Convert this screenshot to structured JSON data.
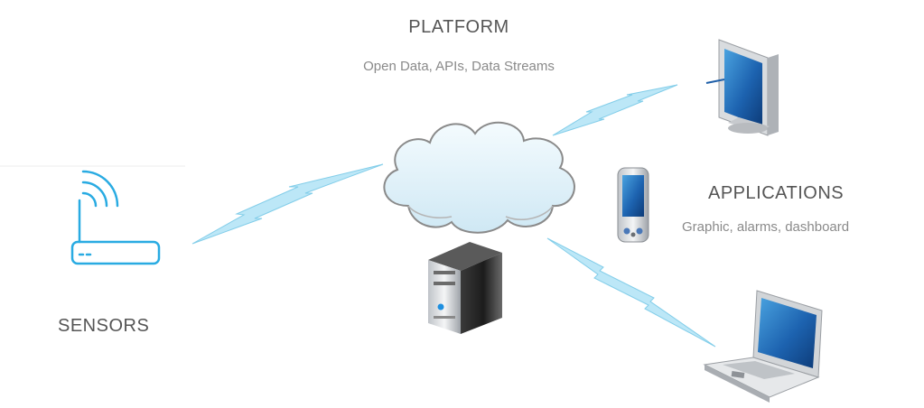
{
  "platform": {
    "title": "PLATFORM",
    "subtitle": "Open Data, APIs, Data Streams"
  },
  "applications": {
    "title": "APPLICATIONS",
    "subtitle": "Graphic, alarms,  dashboard"
  },
  "sensors": {
    "title": "SENSORS"
  },
  "icons": {
    "sensor": "wifi-router-icon",
    "cloud": "cloud-icon",
    "server": "server-icon",
    "desktop": "desktop-monitor-icon",
    "phone": "smartphone-icon",
    "laptop": "laptop-icon",
    "links": "wireless-link-icon"
  },
  "colors": {
    "link": "#8fd4ee",
    "sensor_icon": "#29abe2",
    "cloud_fill": "#e4f3fa",
    "cloud_stroke": "#8a8a8a",
    "screen": "#1e5fa8",
    "text": "#555555",
    "subtext": "#8a8a8a"
  }
}
